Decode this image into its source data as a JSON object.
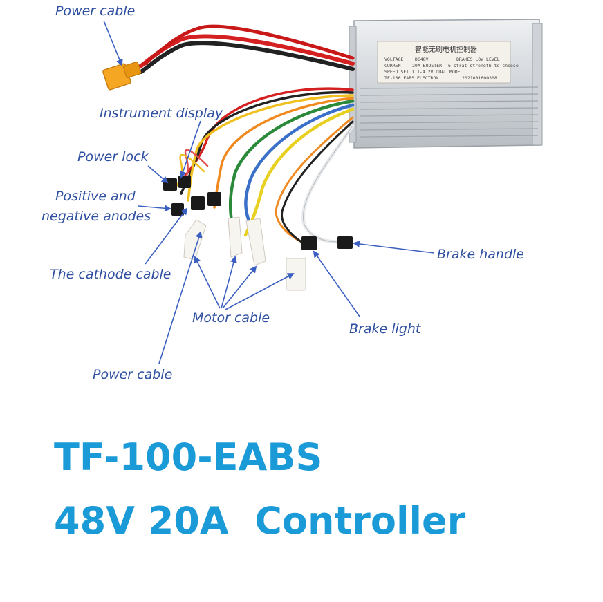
{
  "labels": {
    "power_cable_top": "Power cable",
    "instrument_display": "Instrument display",
    "power_lock": "Power lock",
    "positive_negative_1": "Positive and",
    "positive_negative_2": "negative anodes",
    "cathode_cable": "The cathode cable",
    "motor_cable": "Motor cable",
    "power_cable_bottom": "Power cable",
    "brake_handle": "Brake handle",
    "brake_light": "Brake light"
  },
  "nameplate": {
    "title": "智能无刷电机控制器",
    "voltage": "VOLTAGE",
    "voltage_value": "DC48V",
    "current": "CURRENT",
    "current_value": "20A BOOSTER",
    "brakes": "BRAKES LOW LEVEL",
    "strength": "6 strat strength to choose",
    "speed": "SPEED SET 1.1-4.2V DUAL MODE",
    "model": "TF-100 EABS ELECTRON",
    "serial": "2021081600308"
  },
  "headline": {
    "model": "TF-100-EABS",
    "spec": "48V 20A  Controller"
  },
  "colors": {
    "label_text": "#2f4fa0",
    "arrow": "#3a5fc0",
    "headline": "#1a9ad6",
    "housing": "#d6dade",
    "connector_yellow": "#f5a623"
  }
}
